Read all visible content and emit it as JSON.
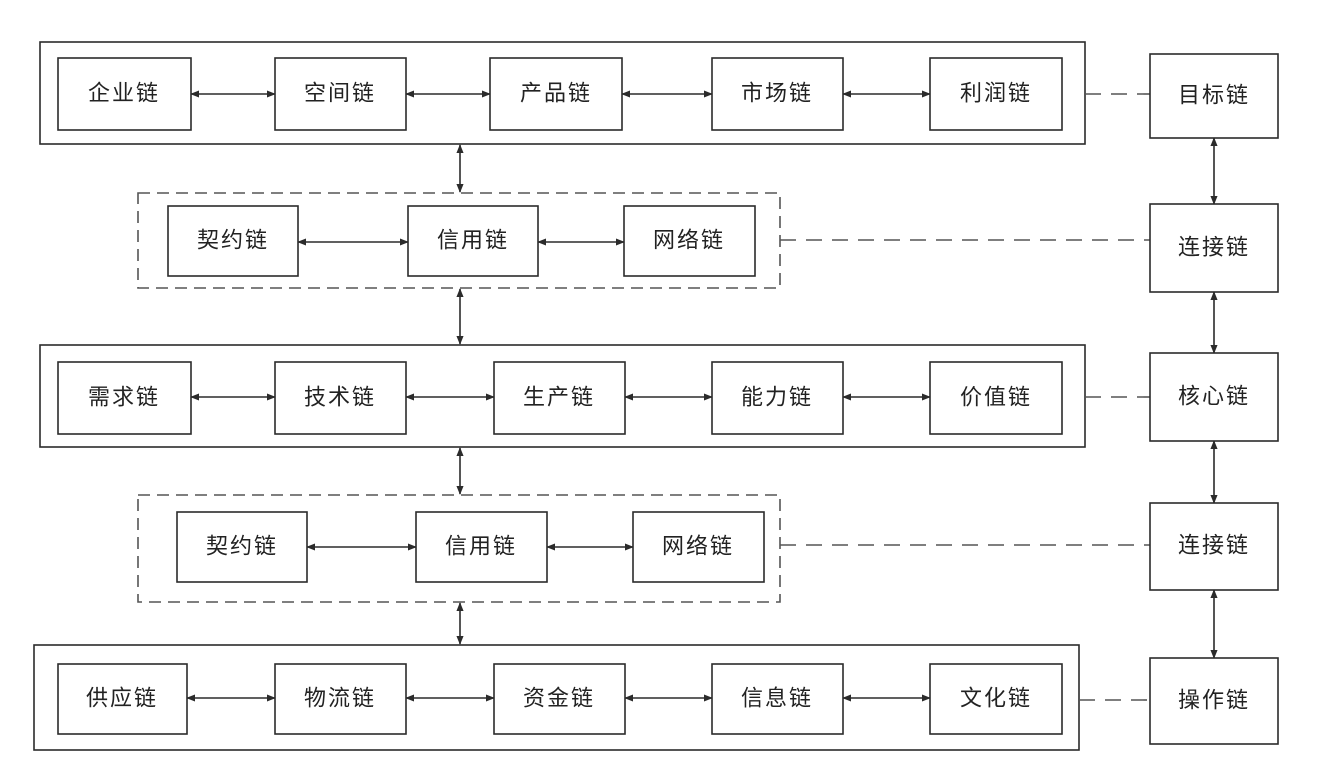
{
  "rows": [
    {
      "id": "row-target",
      "style": "solid",
      "nodes": [
        "企业链",
        "空间链",
        "产品链",
        "市场链",
        "利润链"
      ]
    },
    {
      "id": "row-connect-1",
      "style": "dashed",
      "nodes": [
        "契约链",
        "信用链",
        "网络链"
      ]
    },
    {
      "id": "row-core",
      "style": "solid",
      "nodes": [
        "需求链",
        "技术链",
        "生产链",
        "能力链",
        "价值链"
      ]
    },
    {
      "id": "row-connect-2",
      "style": "dashed",
      "nodes": [
        "契约链",
        "信用链",
        "网络链"
      ]
    },
    {
      "id": "row-operation",
      "style": "solid",
      "nodes": [
        "供应链",
        "物流链",
        "资金链",
        "信息链",
        "文化链"
      ]
    }
  ],
  "side_chain": [
    "目标链",
    "连接链",
    "核心链",
    "连接链",
    "操作链"
  ],
  "colors": {
    "line": "#2b2b2b",
    "dash": "#555555",
    "text": "#222222",
    "fill": "#ffffff"
  }
}
